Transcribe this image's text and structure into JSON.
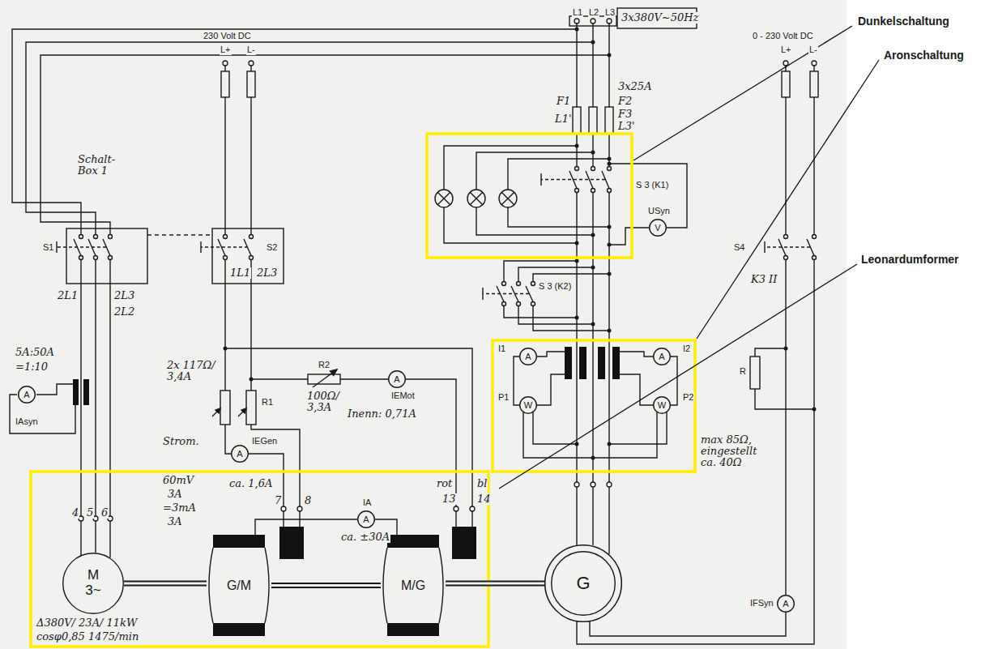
{
  "diagram": {
    "nodes": [
      {
        "text": [
          "V",
          "USyn"
        ]
      },
      {
        "text": [
          "A",
          "I1"
        ]
      },
      {
        "text": [
          "A",
          "I2"
        ]
      },
      {
        "text": [
          "A",
          "IEMot"
        ]
      },
      {
        "text": [
          "A",
          "IAsyn"
        ]
      },
      {
        "text": [
          "W",
          "P1"
        ]
      },
      {
        "text": [
          "W",
          "P2"
        ]
      },
      {
        "text": [
          "A",
          "IEGen"
        ]
      },
      {
        "text": [
          "A",
          "IA"
        ]
      },
      {
        "text": [
          "M",
          "3~"
        ]
      },
      {
        "text": [
          "G/M"
        ]
      },
      {
        "text": [
          "M/G"
        ]
      },
      {
        "text": [
          "G"
        ]
      },
      {
        "text": [
          "A",
          "IFSyn"
        ]
      }
    ],
    "edges": [
      {
        "from": 9,
        "to": 10,
        "arrow": "none"
      },
      {
        "from": 10,
        "to": 11,
        "arrow": "none"
      },
      {
        "from": 11,
        "to": 12,
        "arrow": "none"
      },
      {
        "from": 10,
        "to": 8,
        "arrow": "none"
      },
      {
        "from": 8,
        "to": 11,
        "arrow": "none"
      }
    ],
    "labels": [
      "L1",
      "L2",
      "L3",
      "3x380V~50Hz",
      "230 Volt DC",
      "L+",
      "L-",
      "Schalt-Box 1",
      "S1",
      "2L1",
      "2L3",
      "2L2",
      "S2",
      "1L1",
      "2L3",
      "5A:50A",
      "=1:10",
      "2x 117Ω/ 3,4A",
      "R1",
      "R2",
      "100Ω/ 3,3A",
      "Inenn: 0,71A",
      "Strom.",
      "60mV",
      "3A",
      "=3mA",
      "3A",
      "ca. 1,6A",
      "7",
      "8",
      "ca. ±30A",
      "rot",
      "bl",
      "13",
      "14",
      "4",
      "5",
      "6",
      "Δ380V/ 23A/ 11kW",
      "cosφ0,85 1475/min",
      "F1",
      "L1'",
      "3x25A",
      "F2",
      "F3",
      "L3'",
      "S 3 (K1)",
      "S 3 (K2)",
      "0 - 230 Volt DC",
      "L+",
      "L-",
      "S4",
      "K3 II",
      "R",
      "max 85Ω, eingestellt ca. 40Ω",
      "Dunkelschaltung",
      "Aronschaltung",
      "Leonardumformer"
    ]
  }
}
